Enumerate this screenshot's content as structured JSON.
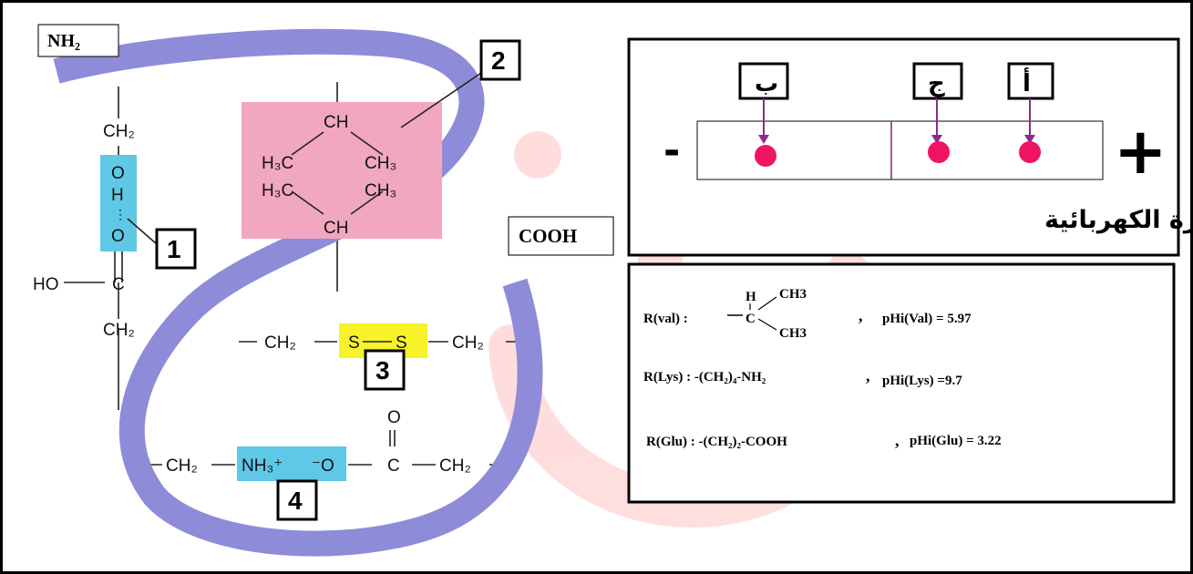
{
  "protein": {
    "n_terminal": "NH₂",
    "c_terminal": "COOH",
    "bond_numbers": [
      "1",
      "2",
      "3",
      "4"
    ],
    "hbond": {
      "ch2": "CH₂",
      "o1": "O",
      "h": "H",
      "o2": "O",
      "c": "C",
      "ho": "HO",
      "ch2b": "CH₂"
    },
    "hydrophobic": {
      "ch_top": "CH",
      "h3c_1": "H₃C",
      "ch3_1": "CH₃",
      "h3c_2": "H₃C",
      "ch3_2": "CH₃",
      "ch_bottom": "CH"
    },
    "disulfide": {
      "ch2_left": "CH₂",
      "s1": "S",
      "s2": "S",
      "ch2_right": "CH₂"
    },
    "ionic": {
      "ch2_left": "CH₂",
      "nh3": "NH₃⁺",
      "o_minus": "⁻O",
      "c": "C",
      "o_top": "O",
      "ch2_right": "CH₂"
    }
  },
  "electrophoresis": {
    "labels": [
      "ب",
      "ج",
      "أ"
    ],
    "minus": "-",
    "plus": "+",
    "caption": "نتائج الهجرة الكهربائية"
  },
  "amino_acids": {
    "val": {
      "r_label": "R(val) :",
      "h": "H",
      "c": "C",
      "ch3_top": "CH3",
      "ch3_bottom": "CH3",
      "comma": ",",
      "phi": "pHi(Val) = 5.97"
    },
    "lys": {
      "r_label": "R(Lys) : -(CH₂)₄-NH₂",
      "comma": ",",
      "phi": "pHi(Lys) =9.7"
    },
    "glu": {
      "r_label": "R(Glu) : -(CH₂)₂-COOH",
      "comma": ",",
      "phi": "pHi(Glu) = 3.22"
    }
  },
  "colors": {
    "ribbon": "#8e8cd8",
    "hbond_box": "#5ec8e6",
    "hydrophobic_box": "#f1a7c0",
    "disulfide_box": "#f7f22a",
    "ionic_box": "#5ec8e6",
    "dot": "#f01464",
    "arrow": "#8b2b8f"
  }
}
